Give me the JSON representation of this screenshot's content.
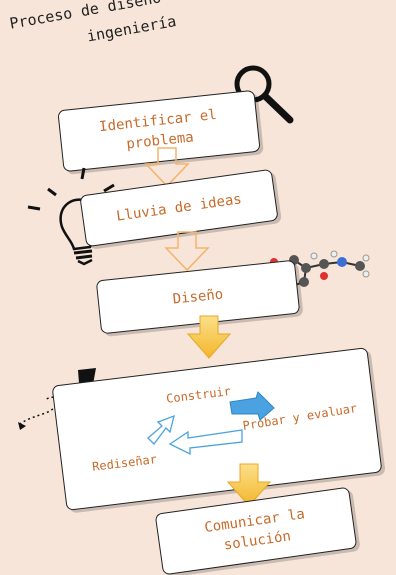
{
  "title": {
    "line1": "Proceso de diseño en",
    "line2": "ingeniería"
  },
  "steps": {
    "identify": {
      "line1": "Identificar el",
      "line2": "problema"
    },
    "brainstorm": "Lluvia de ideas",
    "design": "Diseño",
    "communicate": {
      "line1": "Comunicar la",
      "line2": "solución"
    }
  },
  "cycle": {
    "build": "Construir",
    "test": "Probar y evaluar",
    "redesign": "Rediseñar"
  },
  "icons": [
    "magnifier-icon",
    "lightbulb-icon",
    "molecule-icon",
    "kite-icon"
  ],
  "colors": {
    "text": "#c86a2a",
    "arrow_gold": "#f3c23a",
    "arrow_blue": "#4aa3e0",
    "background": "#f6e5d8"
  }
}
